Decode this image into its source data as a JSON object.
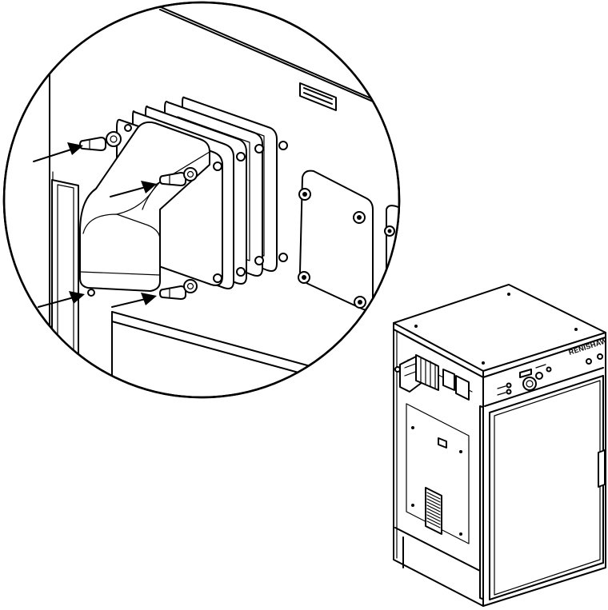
{
  "figure": {
    "brand_label": "RENISHAW"
  },
  "colors": {
    "line": "#000000",
    "background": "#ffffff"
  },
  "arrows": [
    {
      "target": "upper-left-screw"
    },
    {
      "target": "upper-right-screw"
    },
    {
      "target": "lower-left-screw"
    },
    {
      "target": "lower-right-screw"
    }
  ]
}
